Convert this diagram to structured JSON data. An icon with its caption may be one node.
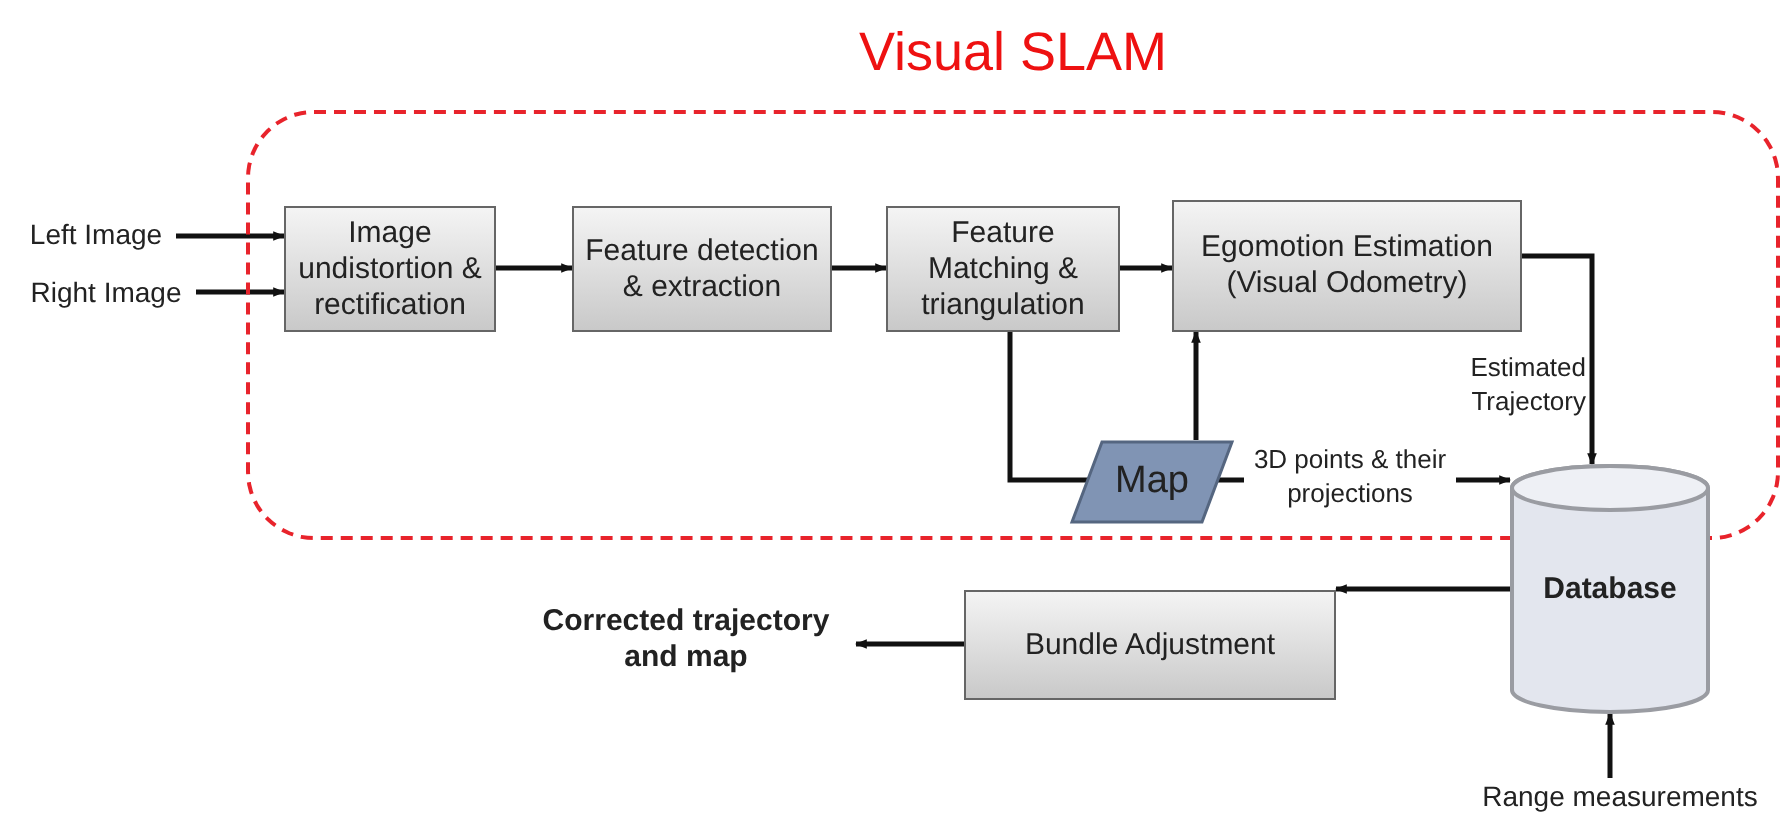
{
  "diagram": {
    "nodes": [
      {
        "text": [
          "Visual SLAM"
        ]
      },
      {
        "text": [
          "Left Image"
        ]
      },
      {
        "text": [
          "Right Image"
        ]
      },
      {
        "text": [
          "Image undistortion & rectification"
        ],
        "in": 0
      },
      {
        "text": [
          "Feature detection & extraction"
        ],
        "in": 0
      },
      {
        "text": [
          "Feature Matching & triangulation"
        ],
        "in": 0
      },
      {
        "text": [
          "Egomotion Estimation (Visual Odometry)"
        ],
        "in": 0
      },
      {
        "text": [
          "Map"
        ],
        "in": 0
      },
      {
        "text": [
          "Database"
        ]
      },
      {
        "text": [
          "Bundle Adjustment"
        ]
      },
      {
        "text": [
          "Corrected trajectory and map"
        ]
      },
      {
        "text": [
          "Range measurements"
        ]
      }
    ],
    "edges": [
      {
        "from": 1,
        "to": 3,
        "arrow": "to"
      },
      {
        "from": 2,
        "to": 3,
        "arrow": "to"
      },
      {
        "from": 3,
        "to": 4,
        "arrow": "to"
      },
      {
        "from": 4,
        "to": 5,
        "arrow": "to"
      },
      {
        "from": 5,
        "to": 6,
        "arrow": "to"
      },
      {
        "from": 5,
        "to": 7,
        "arrow": "none"
      },
      {
        "from": 7,
        "to": 6,
        "arrow": "to"
      },
      {
        "from": 7,
        "to": 8,
        "arrow": "to",
        "label": "3D points & their projections"
      },
      {
        "from": 6,
        "to": 8,
        "arrow": "to",
        "label": "Estimated Trajectory"
      },
      {
        "from": 8,
        "to": 9,
        "arrow": "to"
      },
      {
        "from": 9,
        "to": 10,
        "arrow": "to"
      },
      {
        "from": 11,
        "to": 8,
        "arrow": "to"
      }
    ]
  }
}
